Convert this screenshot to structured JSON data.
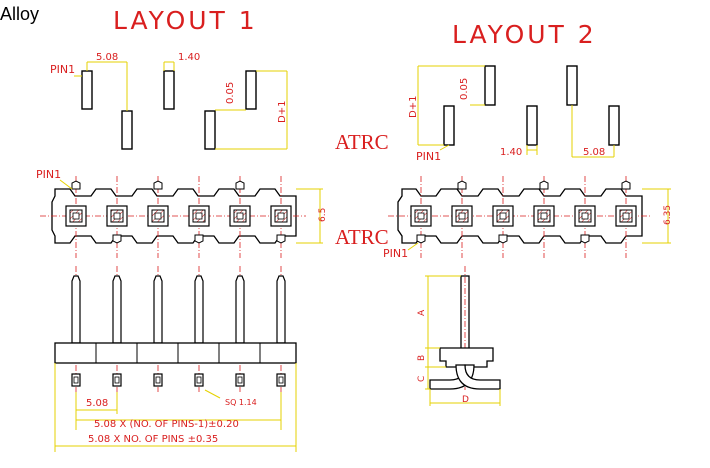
{
  "heading": {
    "material": "Alloy"
  },
  "layouts": {
    "layout1": {
      "title": "LAYOUT 1"
    },
    "layout2": {
      "title": "LAYOUT 2"
    }
  },
  "watermark": {
    "text": "ATRC"
  },
  "layout1_dims": {
    "pin1": "PIN1",
    "pitch": "5.08",
    "pin_width": "1.40",
    "offset": "0.05",
    "row_spacing": "D+1"
  },
  "layout2_dims": {
    "pin1": "PIN1",
    "pitch": "5.08",
    "pin_width": "1.40",
    "offset": "0.05",
    "row_spacing": "D+1"
  },
  "top_view_left": {
    "pin1": "PIN1",
    "height": "6.5"
  },
  "top_view_right": {
    "pin1": "PIN1",
    "height": "6.35"
  },
  "front_view": {
    "pitch": "5.08",
    "square": "SQ 1.14",
    "length_formula": "5.08 X (NO. OF PINS-1)±0.20",
    "overall_formula": "5.08 X NO. OF PINS ±0.35"
  },
  "side_view": {
    "a": "A",
    "b": "B",
    "c": "C",
    "d": "D"
  },
  "colors": {
    "red": "#d91f1f",
    "yellow": "#e6d200",
    "black": "#000000"
  }
}
